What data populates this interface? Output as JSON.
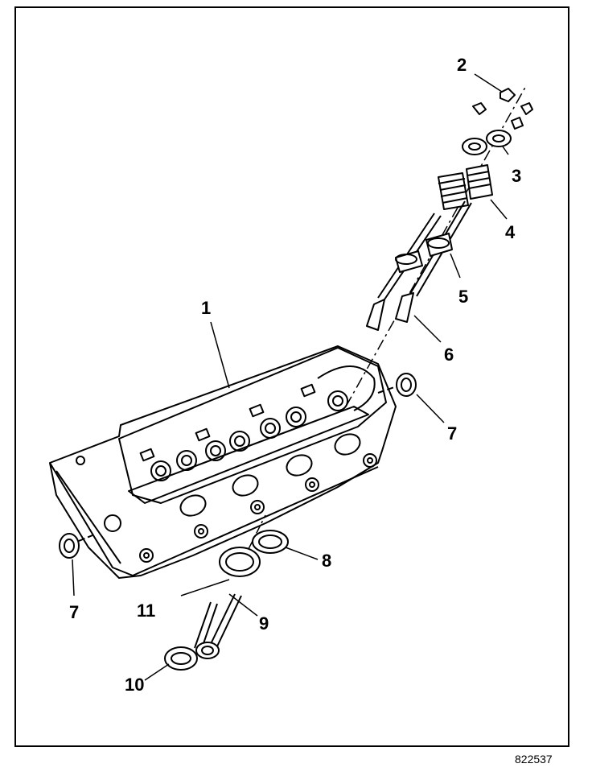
{
  "figure_id": "822537",
  "callouts": [
    "1",
    "2",
    "3",
    "4",
    "5",
    "6",
    "7",
    "7",
    "8",
    "9",
    "10",
    "11"
  ],
  "colors": {
    "ink": "#000000",
    "paper": "#ffffff"
  }
}
